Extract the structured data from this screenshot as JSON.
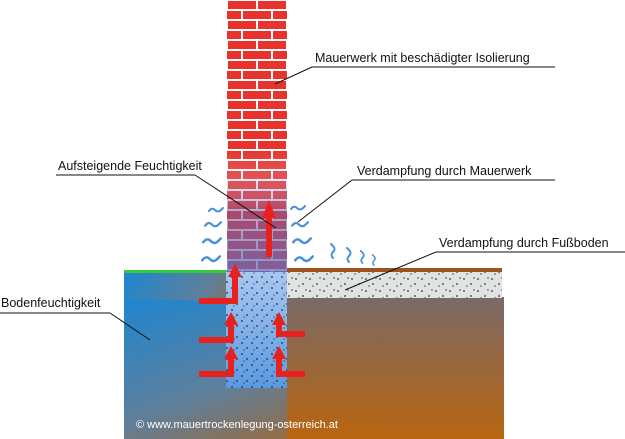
{
  "labels": {
    "masonry": "Mauerwerk mit beschädigter Isolierung",
    "rising": "Aufsteigende Feuchtigkeit",
    "evap_wall": "Verdampfung durch Mauerwerk",
    "evap_floor": "Verdampfung durch Fußboden",
    "soil": "Bodenfeuchtigkeit"
  },
  "copyright": "© www.mauertrockenlegung-osterreich.at",
  "colors": {
    "brick": "#e8322b",
    "mortar": "#ffffff",
    "wet_soil": "#2f88cc",
    "dry_soil": "#b56a1e",
    "floor_slab": "#dfe3e3",
    "floor_top": "#a0521c",
    "grass": "#33cc33",
    "arrow": "#e8211e",
    "vapor": "#4a90d9"
  },
  "icons": [
    "vapor-squiggle-icon",
    "arrow-up-icon"
  ]
}
